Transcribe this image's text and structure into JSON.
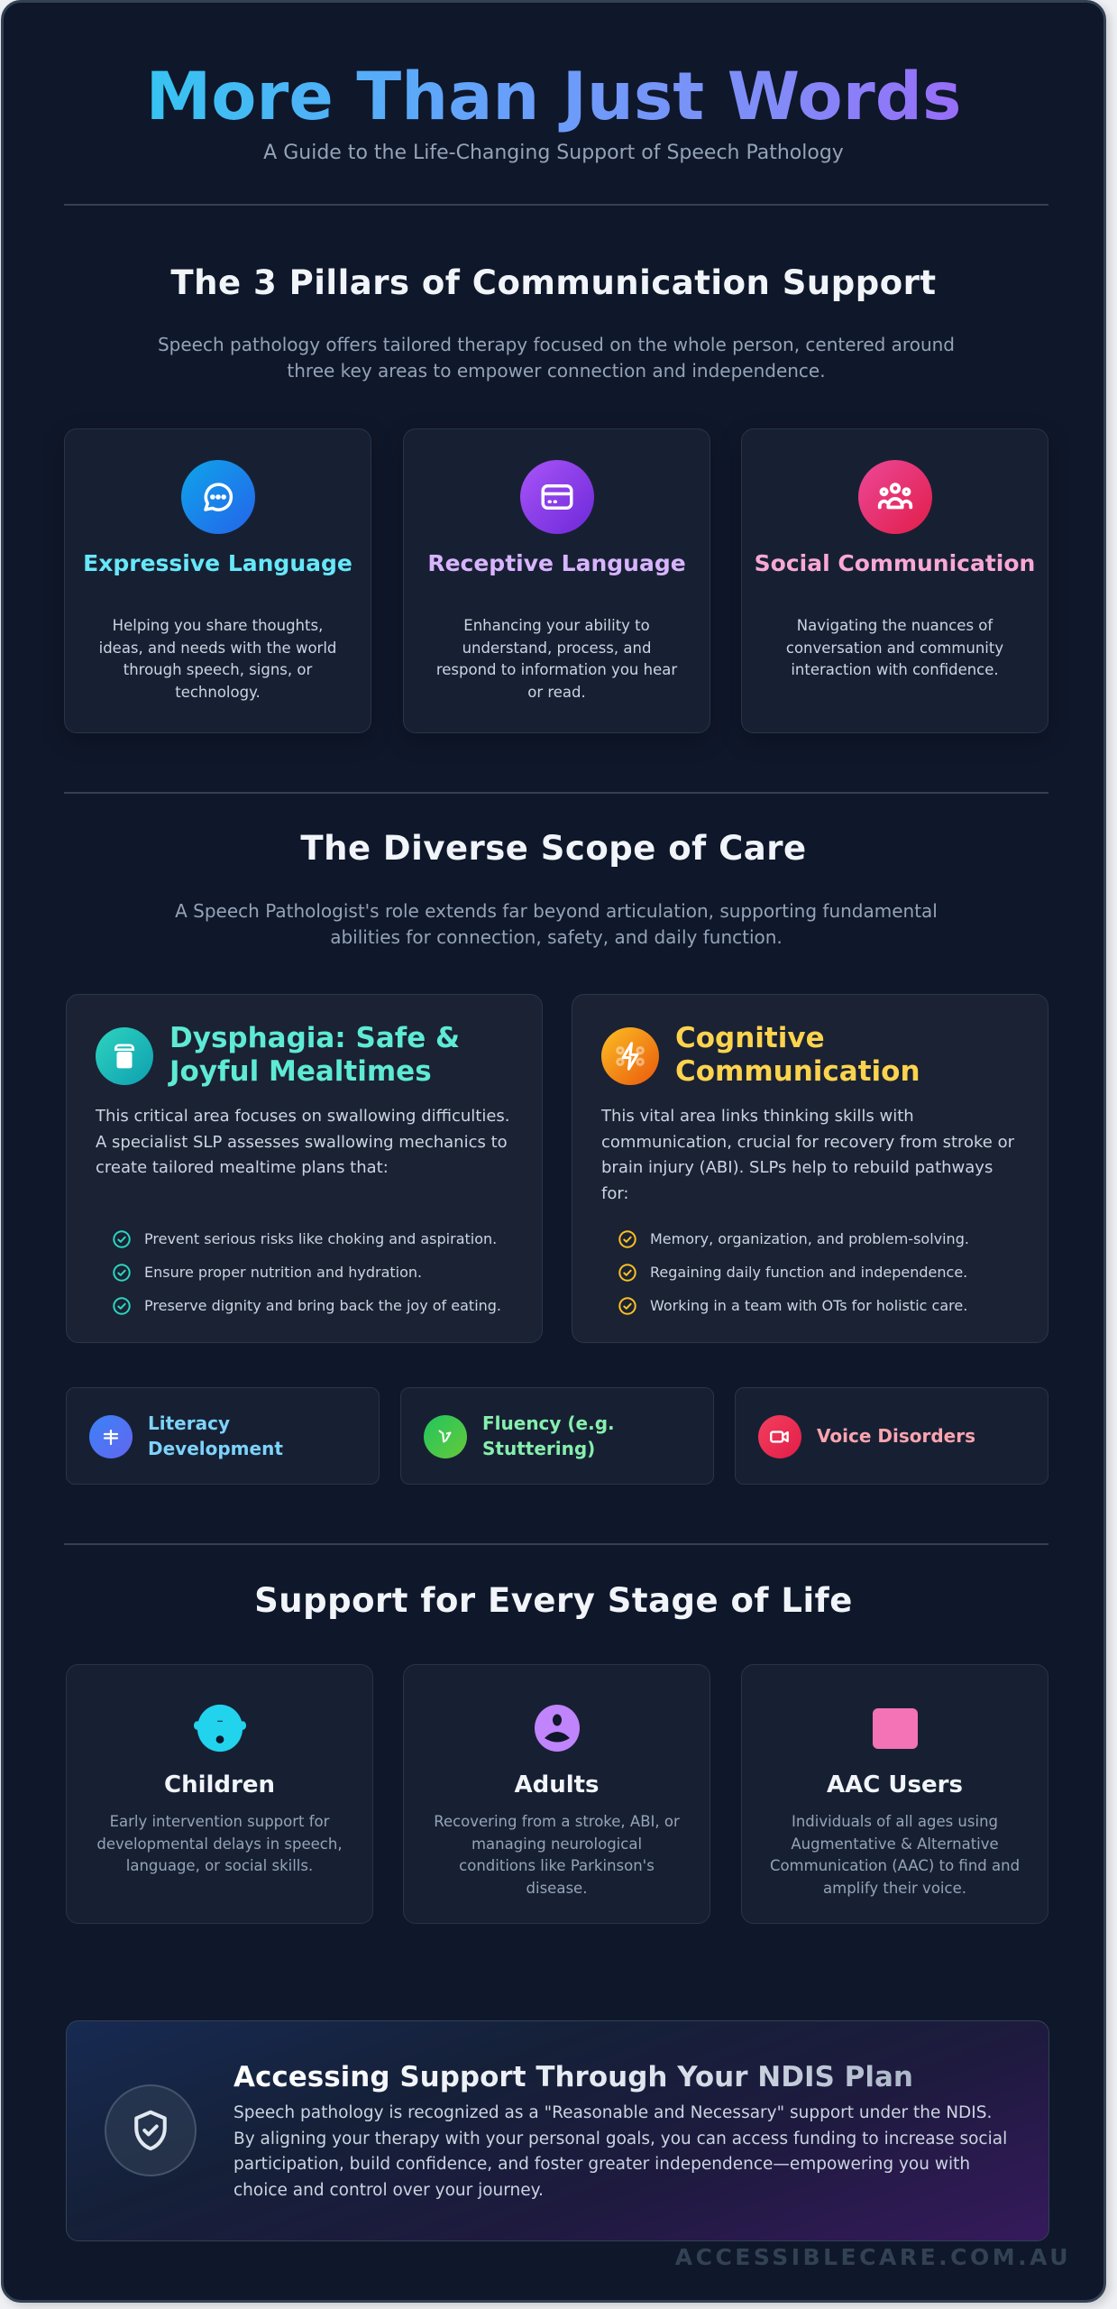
{
  "hero": {
    "title": "More Than Just Words",
    "subtitle": "A Guide to the Life-Changing Support of Speech Pathology",
    "gradient": [
      "#22d3ee",
      "#60a5fa",
      "#818cf8",
      "#a855f7"
    ]
  },
  "pillars_section": {
    "title": "The 3 Pillars of Communication Support",
    "intro": "Speech pathology offers tailored therapy focused on the whole person, centered around three key areas to empower connection and independence.",
    "items": [
      {
        "icon": "chat-bubble-icon",
        "title": "Expressive Language",
        "description": "Helping you share thoughts, ideas, and needs with the world through speech, signs, or technology.",
        "title_color": "#67e8f9",
        "icon_gradient": [
          "#0ea5e9",
          "#2563eb"
        ]
      },
      {
        "icon": "card-icon",
        "title": "Receptive Language",
        "description": "Enhancing your ability to understand, process, and respond to information you hear or read.",
        "title_color": "#d8b4fe",
        "icon_gradient": [
          "#a855f7",
          "#6d28d9"
        ]
      },
      {
        "icon": "users-group-icon",
        "title": "Social Communication",
        "description": "Navigating the nuances of conversation and community interaction with confidence.",
        "title_color": "#f9a8d4",
        "icon_gradient": [
          "#ec4899",
          "#e11d48"
        ]
      }
    ]
  },
  "scope_section": {
    "title": "The Diverse Scope of Care",
    "intro": "A Speech Pathologist's role extends far beyond articulation, supporting fundamental abilities for connection, safety, and daily function.",
    "features": [
      {
        "icon": "cup-icon",
        "title": "Dysphagia: Safe & Joyful Mealtimes",
        "description": "This critical area focuses on swallowing difficulties. A specialist SLP assesses swallowing mechanics to create tailored mealtime plans that:",
        "title_color": "#5eead4",
        "check_color": "#2dd4bf",
        "points": [
          "Prevent serious risks like choking and aspiration.",
          "Ensure proper nutrition and hydration.",
          "Preserve dignity and bring back the joy of eating."
        ]
      },
      {
        "icon": "brain-bolt-icon",
        "title": "Cognitive Communication",
        "description": "This vital area links thinking skills with communication, crucial for recovery from stroke or brain injury (ABI). SLPs help to rebuild pathways for:",
        "title_color": "#fcd34d",
        "check_color": "#fbbf24",
        "points": [
          "Memory, organization, and problem-solving.",
          "Regaining daily function and independence.",
          "Working in a team with OTs for holistic care."
        ]
      }
    ],
    "mini_items": [
      {
        "icon": "text-cursor-icon",
        "label": "Literacy Development",
        "label_color": "#7dd3fc"
      },
      {
        "icon": "speech-wave-icon",
        "label": "Fluency (e.g. Stuttering)",
        "label_color": "#86efac"
      },
      {
        "icon": "video-icon",
        "label": "Voice Disorders",
        "label_color": "#fda4af"
      }
    ]
  },
  "stages_section": {
    "title": "Support for Every Stage of Life",
    "items": [
      {
        "icon": "baby-face-icon",
        "title": "Children",
        "description": "Early intervention support for developmental delays in speech, language, or social skills.",
        "icon_color": "#22d3ee"
      },
      {
        "icon": "user-circle-icon",
        "title": "Adults",
        "description": "Recovering from a stroke, ABI, or managing neurological conditions like Parkinson's disease.",
        "icon_color": "#c084fc"
      },
      {
        "icon": "tablet-icon",
        "title": "AAC Users",
        "description": "Individuals of all ages using Augmentative & Alternative Communication (AAC) to find and amplify their voice.",
        "icon_color": "#f472b6"
      }
    ]
  },
  "ndis": {
    "icon": "shield-check-icon",
    "title": "Accessing Support Through Your NDIS Plan",
    "description": "Speech pathology is recognized as a \"Reasonable and Necessary\" support under the NDIS. By aligning your therapy with your personal goals, you can access funding to increase social participation, build confidence, and foster greater independence—empowering you with choice and control over your journey."
  },
  "footer": {
    "brand": "ACCESSIBLECARE.COM.AU"
  }
}
